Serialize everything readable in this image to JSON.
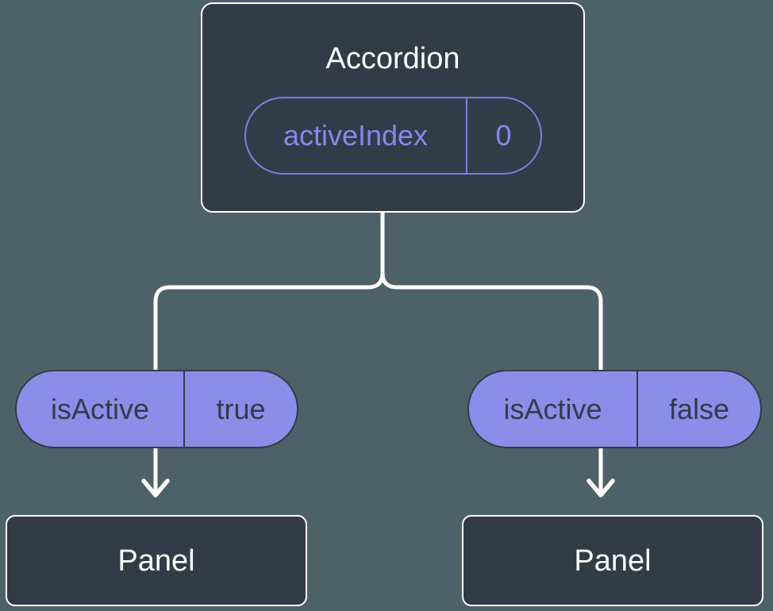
{
  "diagram": {
    "root": {
      "title": "Accordion",
      "prop_name": "activeIndex",
      "prop_value": "0"
    },
    "left_child": {
      "prop_name": "isActive",
      "prop_value": "true",
      "node_label": "Panel"
    },
    "right_child": {
      "prop_name": "isActive",
      "prop_value": "false",
      "node_label": "Panel"
    }
  },
  "colors": {
    "background": "#4d6268",
    "node_background": "#333b49",
    "node_border": "#ffffff",
    "pill_background": "#8a8ee9",
    "pill_dark": "#333b49",
    "accent_border": "#7a80e0",
    "accent_text": "#8489ea",
    "connector": "#ffffff"
  }
}
